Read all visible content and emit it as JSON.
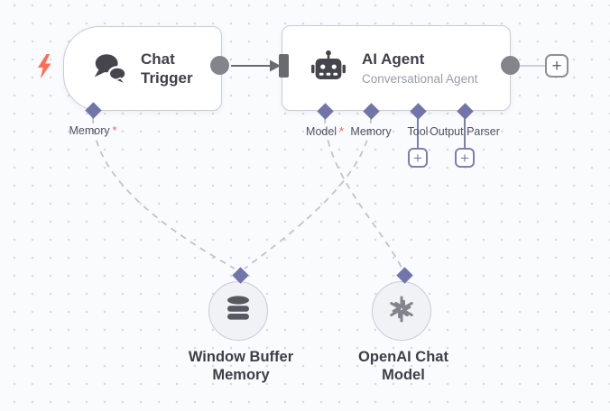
{
  "workflow": {
    "trigger_node": {
      "title": "Chat Trigger",
      "icon": "chat-bubbles",
      "input_port": {
        "label": "Memory",
        "required_marker": "*"
      }
    },
    "agent_node": {
      "title": "AI Agent",
      "subtitle": "Conversational Agent",
      "icon": "robot",
      "input_ports": [
        {
          "label": "Model",
          "required_marker": "*"
        },
        {
          "label": "Memory",
          "required_marker": ""
        },
        {
          "label": "Tool",
          "required_marker": ""
        },
        {
          "label": "Output Parser",
          "required_marker": ""
        }
      ]
    },
    "memory_node": {
      "title": "Window Buffer Memory",
      "icon": "database"
    },
    "model_node": {
      "title": "OpenAI Chat Model",
      "icon": "openai-logo"
    },
    "add_button_glyph": "+"
  },
  "colors": {
    "canvas_background": "#fafbfd",
    "grid_dot": "#d7dae6",
    "node_border": "#c8cbd9",
    "port_diamond": "#7175a9",
    "port_circle": "#84848c",
    "dashed_connection": "#c0c3d1",
    "sub_connection": "#7b80b1",
    "arrow": "#6a6a71",
    "trigger_bolt": "#ff6d59",
    "required_asterisk": "#f45e5e",
    "title_text": "#40404a",
    "subtitle_text": "#9a9daa"
  }
}
